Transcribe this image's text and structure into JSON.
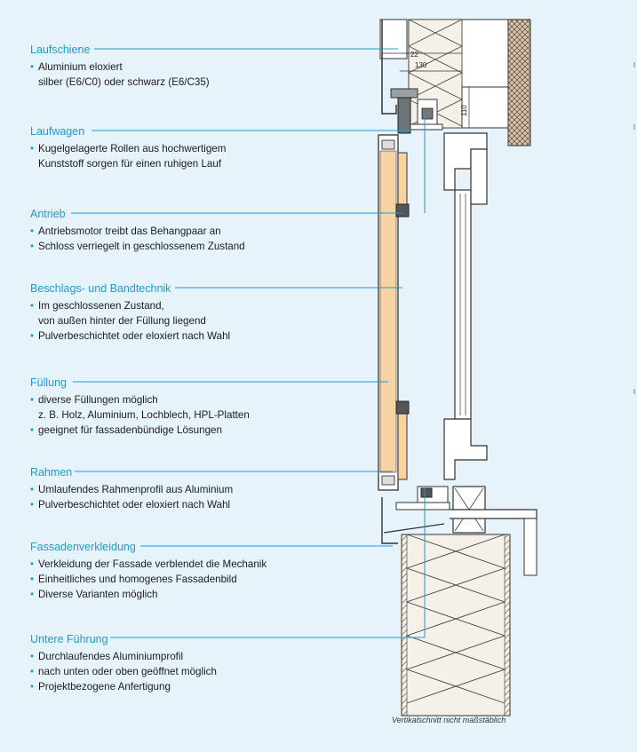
{
  "sections": [
    {
      "heading": "Laufschiene",
      "lines": [
        {
          "text": "Aluminium eloxiert",
          "bullet": true
        },
        {
          "text": "silber (E6/C0) oder schwarz (E6/C35)",
          "bullet": false
        }
      ]
    },
    {
      "heading": "Laufwagen",
      "lines": [
        {
          "text": "Kugelgelagerte Rollen aus hochwertigem",
          "bullet": true
        },
        {
          "text": "Kunststoff sorgen für einen ruhigen Lauf",
          "bullet": false
        }
      ]
    },
    {
      "heading": "Antrieb",
      "lines": [
        {
          "text": "Antriebsmotor treibt das Behangpaar an",
          "bullet": true
        },
        {
          "text": "Schloss verriegelt in geschlossenem Zustand",
          "bullet": true
        }
      ]
    },
    {
      "heading": "Beschlags- und Bandtechnik",
      "lines": [
        {
          "text": "Im geschlossenen Zustand,",
          "bullet": true
        },
        {
          "text": "von außen hinter der Füllung liegend",
          "bullet": false
        },
        {
          "text": "Pulverbeschichtet oder eloxiert nach Wahl",
          "bullet": true
        }
      ]
    },
    {
      "heading": "Füllung",
      "lines": [
        {
          "text": "diverse Füllungen möglich",
          "bullet": true
        },
        {
          "text": "z. B. Holz, Aluminium, Lochblech, HPL-Platten",
          "bullet": false
        },
        {
          "text": "geeignet für fassadenbündige Lösungen",
          "bullet": true
        }
      ]
    },
    {
      "heading": "Rahmen",
      "lines": [
        {
          "text": "Umlaufendes Rahmenprofil aus Aluminium",
          "bullet": true
        },
        {
          "text": "Pulverbeschichtet oder eloxiert nach Wahl",
          "bullet": true
        }
      ]
    },
    {
      "heading": "Fassadenverkleidung",
      "lines": [
        {
          "text": "Verkleidung der Fassade verblendet die Mechanik",
          "bullet": true
        },
        {
          "text": "Einheitliches und homogenes Fassadenbild",
          "bullet": true
        },
        {
          "text": "Diverse Varianten möglich",
          "bullet": true
        }
      ]
    },
    {
      "heading": "Untere Führung",
      "lines": [
        {
          "text": "Durchlaufendes Aluminiumprofil",
          "bullet": true
        },
        {
          "text": "nach unten oder oben geöffnet möglich",
          "bullet": true
        },
        {
          "text": "Projektbezogene Anfertigung",
          "bullet": true
        }
      ]
    }
  ],
  "dimensions": {
    "d1": "22",
    "d2": "130",
    "d3": "110"
  },
  "footnote": "Vertikalschnitt nicht maßstäblich",
  "colors": {
    "background": "#e6f3fb",
    "accent": "#1f9bd7",
    "panel_wood": "#f6d3a2",
    "insulation": "#f5f1e8",
    "masonry_hatch": "#8a6e55"
  }
}
